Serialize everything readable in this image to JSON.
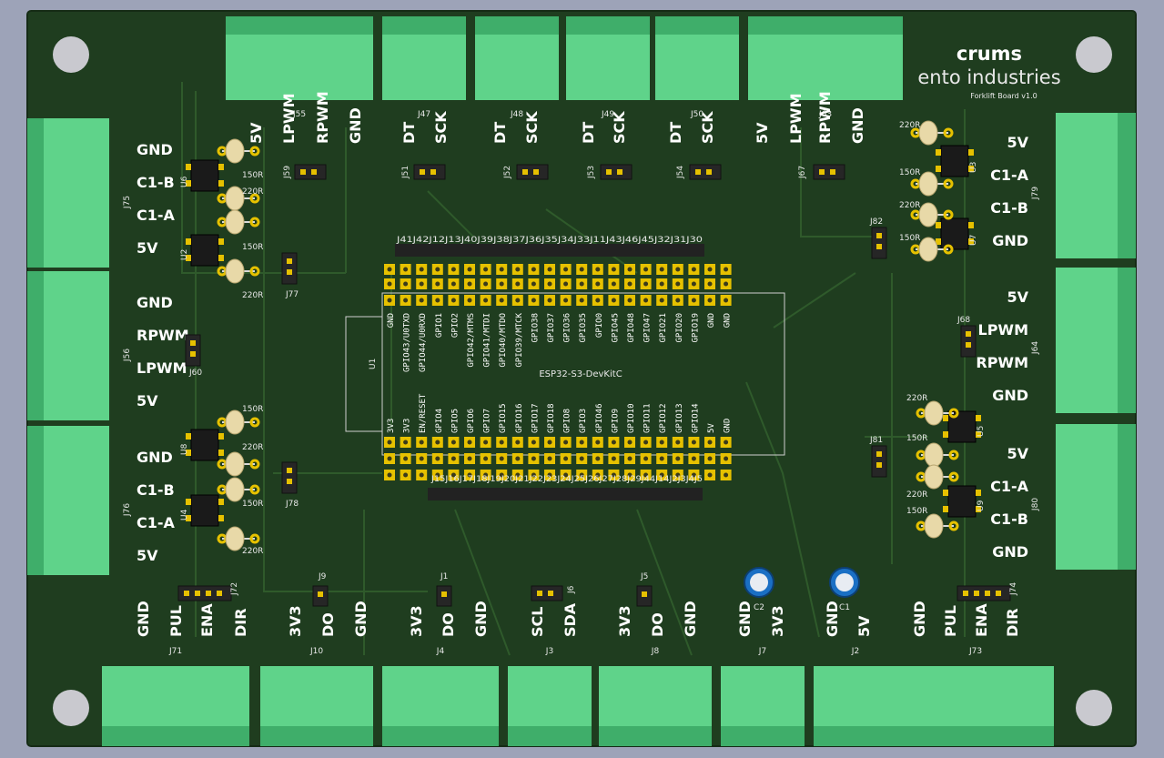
{
  "colors": {
    "background": "#9da3b8",
    "board": "#1f3d1f",
    "trace": "#2f5a2b",
    "connector": "#5fd38a",
    "connector_dark": "#3fae6a",
    "silkscreen": "#ffffff",
    "pad": "#e6c100"
  },
  "logo": {
    "line1": "crums",
    "line2": "ento industries",
    "version": "Forklift Board v1.0"
  },
  "top_connectors": [
    {
      "ref": "J55",
      "pins": [
        "5V",
        "LPWM",
        "RPWM",
        "GND"
      ]
    },
    {
      "ref": "J47",
      "pins": [
        "DT",
        "SCK"
      ]
    },
    {
      "ref": "J48",
      "pins": [
        "DT",
        "SCK"
      ]
    },
    {
      "ref": "J49",
      "pins": [
        "DT",
        "SCK"
      ]
    },
    {
      "ref": "J50",
      "pins": [
        "DT",
        "SCK"
      ]
    },
    {
      "ref": "J63",
      "pins": [
        "5V",
        "LPWM",
        "RPWM",
        "GND"
      ]
    }
  ],
  "left_connectors": [
    {
      "ref": "J75",
      "pins": [
        "GND",
        "C1-B",
        "C1-A",
        "5V"
      ]
    },
    {
      "ref": "J56",
      "pins": [
        "GND",
        "RPWM",
        "LPWM",
        "5V"
      ]
    },
    {
      "ref": "J76",
      "pins": [
        "GND",
        "C1-B",
        "C1-A",
        "5V"
      ]
    }
  ],
  "right_connectors": [
    {
      "ref": "J79",
      "pins": [
        "5V",
        "C1-A",
        "C1-B",
        "GND"
      ]
    },
    {
      "ref": "J64",
      "pins": [
        "5V",
        "LPWM",
        "RPWM",
        "GND"
      ]
    },
    {
      "ref": "J80",
      "pins": [
        "5V",
        "C1-A",
        "C1-B",
        "GND"
      ]
    }
  ],
  "bottom_connectors": [
    {
      "ref": "J71",
      "pins": [
        "GND",
        "PUL",
        "ENA",
        "DIR"
      ]
    },
    {
      "ref": "J10",
      "pins": [
        "3V3",
        "DO",
        "GND"
      ]
    },
    {
      "ref": "J4",
      "pins": [
        "3V3",
        "DO",
        "GND"
      ]
    },
    {
      "ref": "J3",
      "pins": [
        "SCL",
        "SDA"
      ]
    },
    {
      "ref": "J8",
      "pins": [
        "3V3",
        "DO",
        "GND"
      ]
    },
    {
      "ref": "J7",
      "pins": [
        "GND",
        "3V3"
      ]
    },
    {
      "ref": "J2",
      "pins": [
        "GND",
        "5V"
      ]
    },
    {
      "ref": "J73",
      "pins": [
        "GND",
        "PUL",
        "ENA",
        "DIR"
      ]
    }
  ],
  "jumpers": {
    "j59": "J59",
    "j51": "J51",
    "j52": "J52",
    "j53": "J53",
    "j54": "J54",
    "j67": "J67",
    "j77": "J77",
    "j60": "J60",
    "j78": "J78",
    "j82": "J82",
    "j68": "J68",
    "j81": "J81",
    "j9": "J9",
    "j1": "J1",
    "j6": "J6",
    "j5": "J5",
    "j72": "J72",
    "j74": "J74"
  },
  "components": {
    "u6": "U6",
    "u2": "U2",
    "u8": "U8",
    "u4": "U4",
    "u3": "U3",
    "u7": "U7",
    "u5": "U5",
    "u9": "U9",
    "u1": "U1",
    "c2": "C2",
    "c1": "C1"
  },
  "resistor_labels": {
    "left": [
      "150R",
      "220R",
      "150R",
      "220R",
      "150R",
      "220R",
      "150R",
      "220R"
    ],
    "right": [
      "220R",
      "150R",
      "220R",
      "150R",
      "220R",
      "150R",
      "220R",
      "150R"
    ]
  },
  "header_row_label": "J41J42J12J13J40J39J38J37J36J35J34J33J11J43J46J45J32J31J30",
  "header_row_bottom_label": "J15J16J17J18J19J20J21J22J23J24J25J26J27J28J29J44J14J2J3J4J5",
  "esp32": {
    "title": "ESP32-S3-DevKitC",
    "top_pins": [
      "GND",
      "GPIO43/U0TXD",
      "GPIO44/U0RXD",
      "GPIO1",
      "GPIO2",
      "GPIO42/MTMS",
      "GPIO41/MTDI",
      "GPIO40/MTDO",
      "GPIO39/MTCK",
      "GPIO38",
      "GPIO37",
      "GPIO36",
      "GPIO35",
      "GPIO0",
      "GPIO45",
      "GPIO48",
      "GPIO47",
      "GPIO21",
      "GPIO20",
      "GPIO19",
      "GND",
      "GND"
    ],
    "bottom_pins": [
      "3V3",
      "3V3",
      "EN/RESET",
      "GPIO4",
      "GPIO5",
      "GPIO6",
      "GPIO7",
      "GPIO15",
      "GPIO16",
      "GPIO17",
      "GPIO18",
      "GPIO8",
      "GPIO3",
      "GPIO46",
      "GPIO9",
      "GPIO10",
      "GPIO11",
      "GPIO12",
      "GPIO13",
      "GPIO14",
      "5V",
      "GND"
    ]
  }
}
